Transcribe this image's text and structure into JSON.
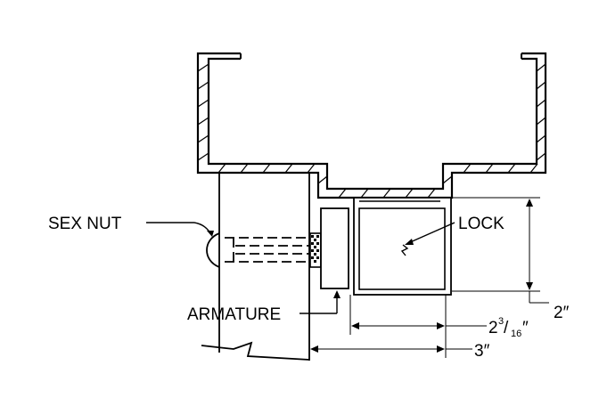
{
  "labels": {
    "sex_nut": "SEX NUT",
    "lock": "LOCK",
    "armature": "ARMATURE"
  },
  "dimensions": {
    "height": "2″",
    "lock_width": {
      "whole": "2",
      "numerator": "3",
      "slash": "/",
      "denominator": "16",
      "unit": "″"
    },
    "overall_width": "3″"
  },
  "colors": {
    "line": "#000000",
    "background": "#ffffff"
  }
}
